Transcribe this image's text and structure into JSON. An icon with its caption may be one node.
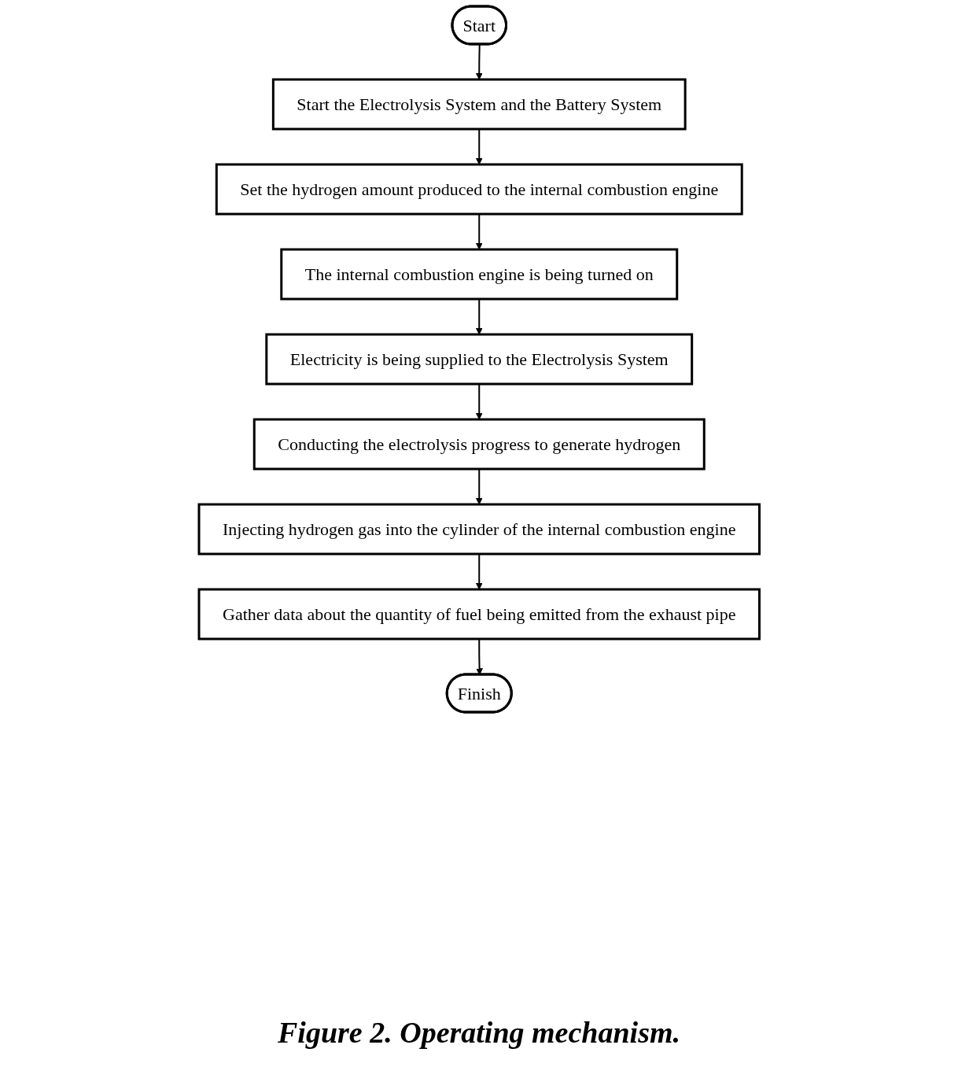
{
  "diagram": {
    "caption": "Figure 2. Operating mechanism.",
    "nodes": [
      {
        "text": [
          "Start"
        ]
      },
      {
        "text": [
          "Start the Electrolysis System and the Battery System"
        ]
      },
      {
        "text": [
          "Set the hydrogen amount produced to the internal combustion engine"
        ]
      },
      {
        "text": [
          "The internal combustion engine is being turned on"
        ]
      },
      {
        "text": [
          "Electricity is being supplied to the Electrolysis System"
        ]
      },
      {
        "text": [
          "Conducting the electrolysis progress to generate hydrogen"
        ]
      },
      {
        "text": [
          "Injecting hydrogen gas into the cylinder of the internal combustion engine"
        ]
      },
      {
        "text": [
          "Gather data about the quantity of fuel being emitted from the exhaust pipe"
        ]
      },
      {
        "text": [
          "Finish"
        ]
      }
    ],
    "edges": [
      {
        "from": 0,
        "to": 1,
        "arrow": "to"
      },
      {
        "from": 1,
        "to": 2,
        "arrow": "to"
      },
      {
        "from": 2,
        "to": 3,
        "arrow": "to"
      },
      {
        "from": 3,
        "to": 4,
        "arrow": "to"
      },
      {
        "from": 4,
        "to": 5,
        "arrow": "to"
      },
      {
        "from": 5,
        "to": 6,
        "arrow": "to"
      },
      {
        "from": 6,
        "to": 7,
        "arrow": "to"
      },
      {
        "from": 7,
        "to": 8,
        "arrow": "to"
      }
    ]
  }
}
